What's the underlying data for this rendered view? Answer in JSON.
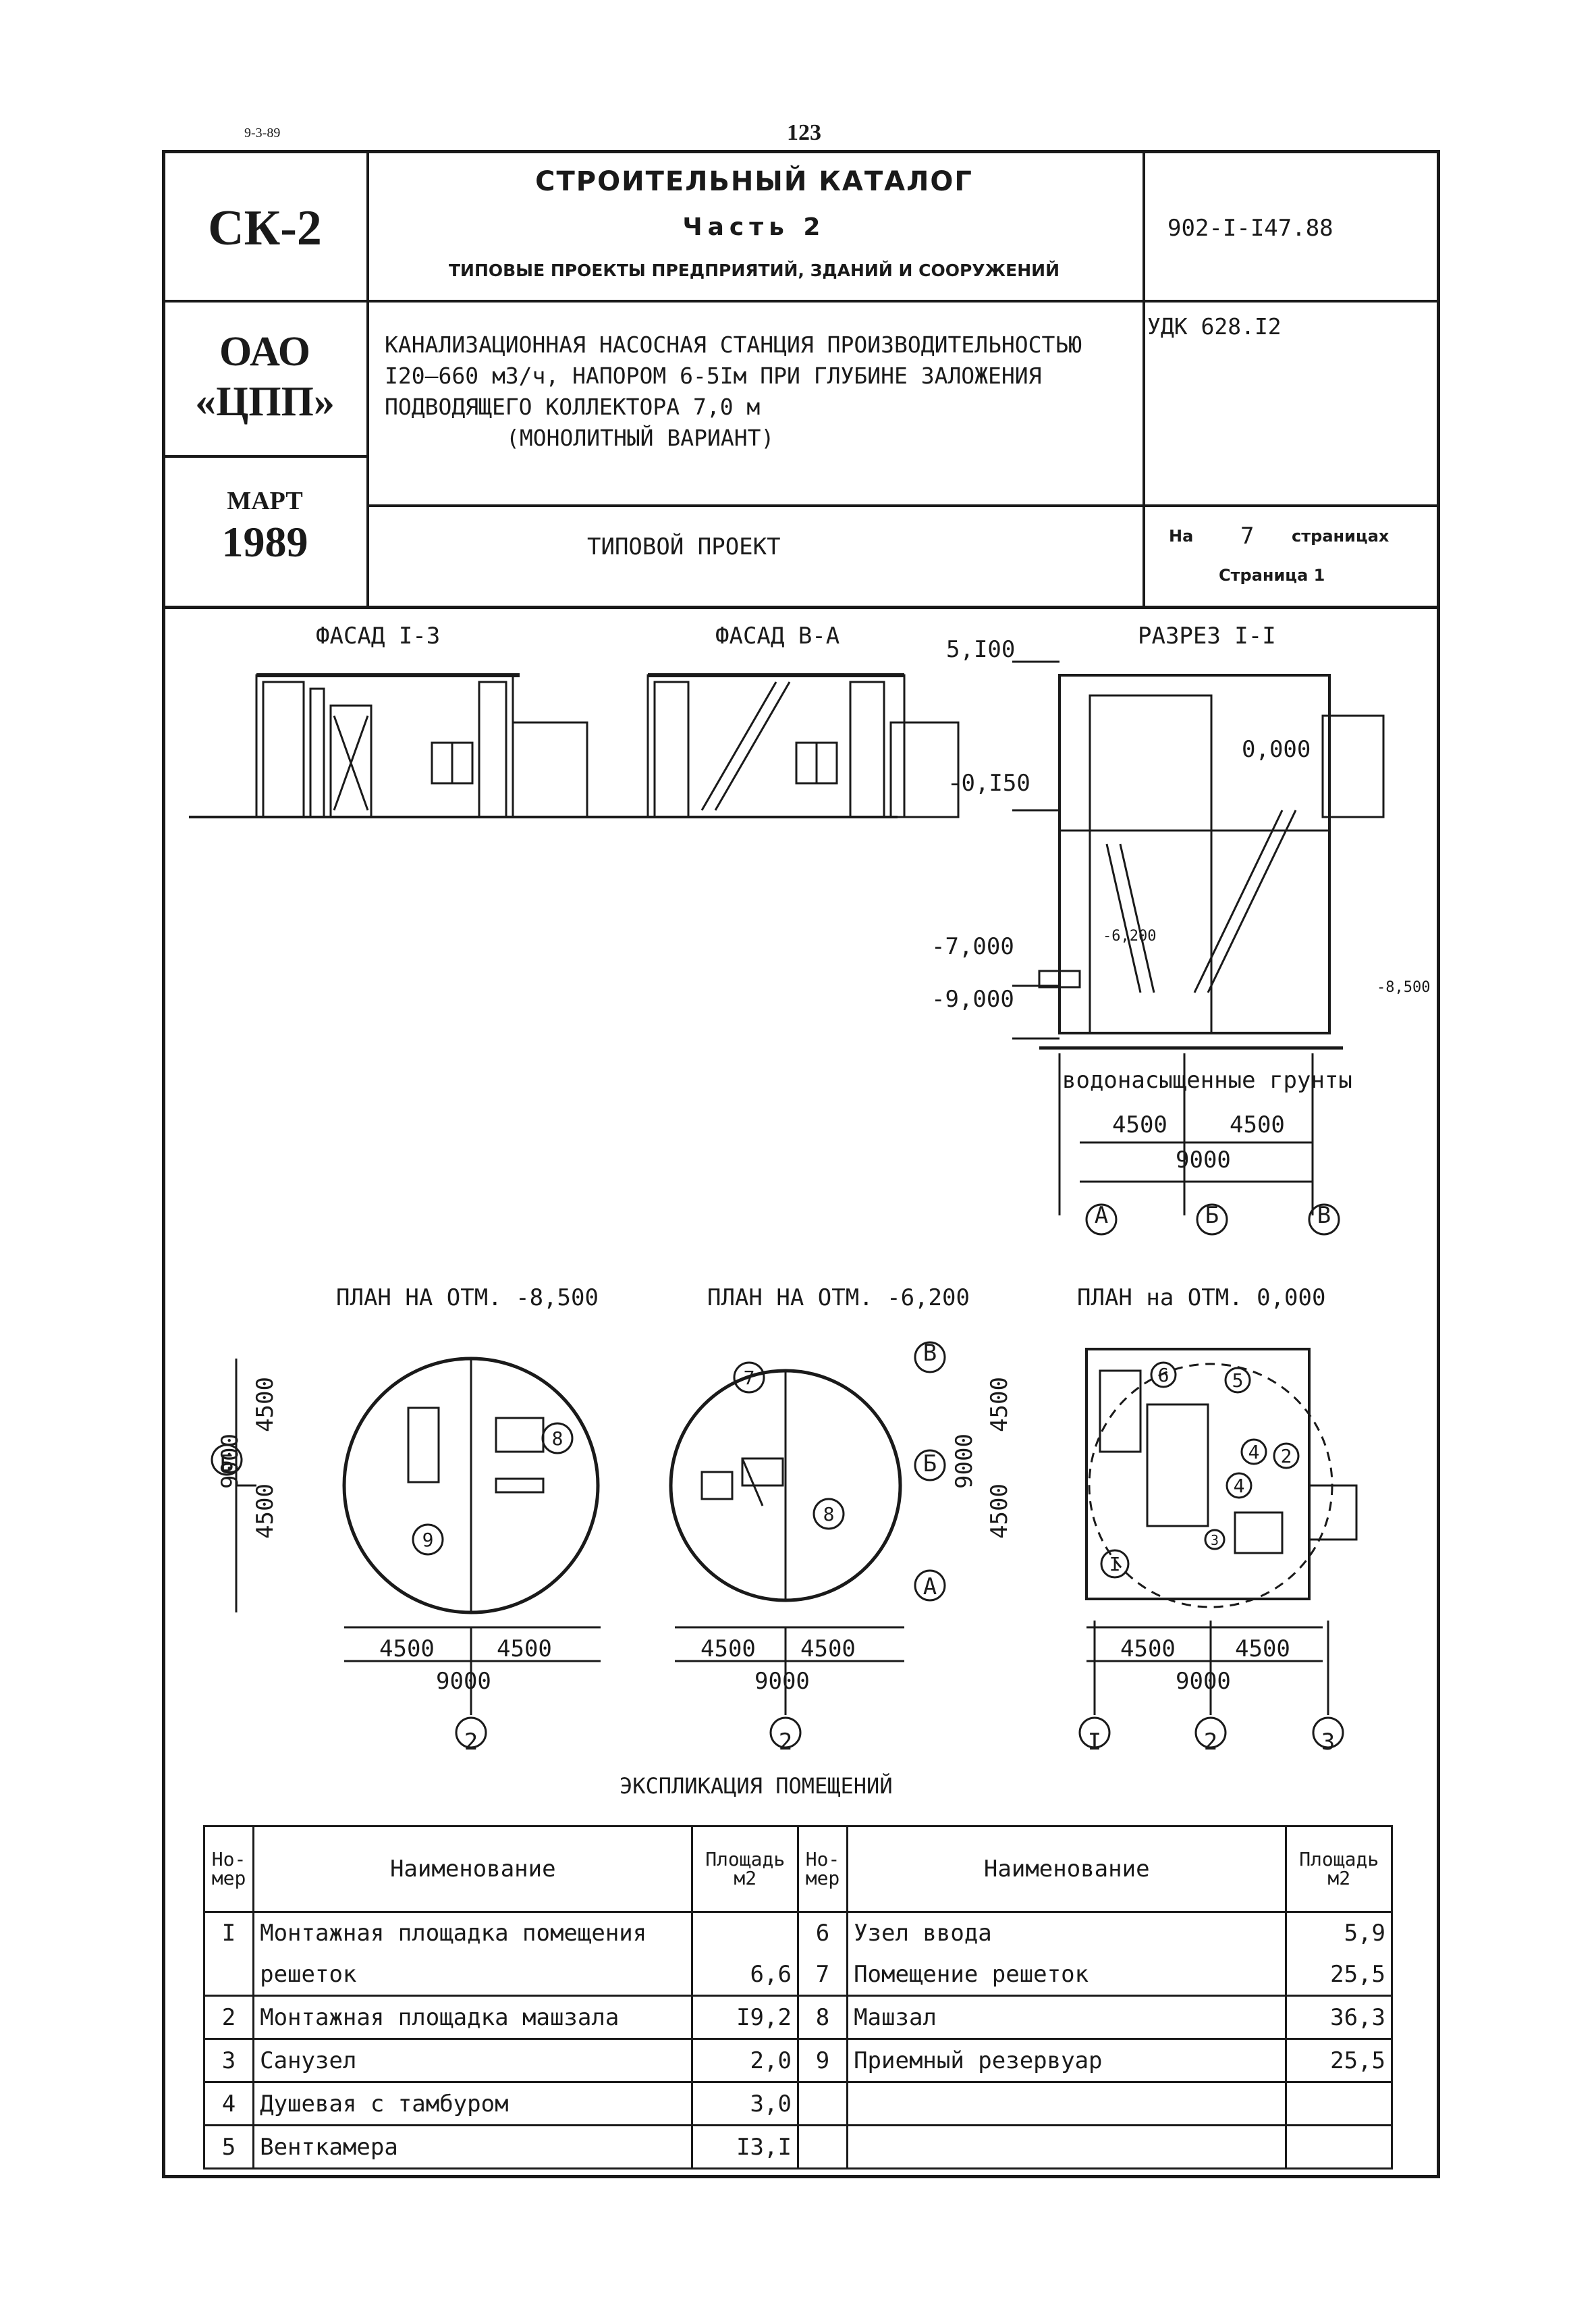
{
  "page": {
    "doc_code_small": "9-3-89",
    "page_number": "123"
  },
  "header": {
    "series": "СК-2",
    "catalog_title": "СТРОИТЕЛЬНЫЙ КАТАЛОГ",
    "part": "Часть 2",
    "part_subtitle": "ТИПОВЫЕ ПРОЕКТЫ ПРЕДПРИЯТИЙ, ЗДАНИЙ И СООРУЖЕНИЙ",
    "project_code": "902-I-I47.88",
    "org_line1": "ОАО",
    "org_line2": "«ЦПП»",
    "project_title_lines": [
      "КАНАЛИЗАЦИОННАЯ НАСОСНАЯ СТАНЦИЯ ПРОИЗВОДИТЕЛЬНОСТЬЮ",
      "I20—660 м3/ч, НАПОРОМ 6-5Iм ПРИ ГЛУБИНЕ ЗАЛОЖЕНИЯ",
      "ПОДВОДЯЩЕГО КОЛЛЕКТОРА  7,0 м",
      "(МОНОЛИТНЫЙ ВАРИАНТ)"
    ],
    "udk": "УДК 628.I2",
    "month": "МАРТ",
    "year": "1989",
    "doc_type": "ТИПОВОЙ ПРОЕКТ",
    "pages_prefix": "На",
    "pages_count": "7",
    "pages_suffix": "страницах",
    "page_label": "Страница 1"
  },
  "drawings": {
    "facade1_title": "ФАСАД I-3",
    "facade2_title": "ФАСАД В-А",
    "section_title": "РАЗРЕЗ I-I",
    "elevations": [
      "5,I00",
      "0,000",
      "-0,I50",
      "-6,200",
      "-7,000",
      "-9,000",
      "-8,500"
    ],
    "soil_label": "водонасыщенные грунты",
    "dim_4500": "4500",
    "dim_9000": "9000",
    "axes_section": [
      "А",
      "Б",
      "В"
    ],
    "plan1_title": "ПЛАН НА ОТМ. -8,500",
    "plan2_title": "ПЛАН НА ОТМ. -6,200",
    "plan3_title": "ПЛАН на ОТМ. 0,000",
    "axes_plan": [
      "I",
      "2",
      "3"
    ],
    "section_mark": "I",
    "room_marks": [
      "I",
      "2",
      "3",
      "4",
      "5",
      "6",
      "7",
      "8",
      "9"
    ]
  },
  "explication": {
    "title": "ЭКСПЛИКАЦИЯ ПОМЕЩЕНИЙ",
    "headers": {
      "num": "Но-\nмер",
      "name": "Наименование",
      "area": "Площадь\nм2"
    },
    "left_rows": [
      {
        "num": "I",
        "name": "Монтажная площадка помещения",
        "area": ""
      },
      {
        "num": "",
        "name": "решеток",
        "area": "6,6"
      },
      {
        "num": "2",
        "name": "Монтажная площадка машзала",
        "area": "I9,2"
      },
      {
        "num": "3",
        "name": "Санузел",
        "area": "2,0"
      },
      {
        "num": "4",
        "name": "Душевая с тамбуром",
        "area": "3,0"
      },
      {
        "num": "5",
        "name": "Венткамера",
        "area": "I3,I"
      }
    ],
    "right_rows": [
      {
        "num": "6",
        "name": "Узел ввода",
        "area": "5,9"
      },
      {
        "num": "7",
        "name": "Помещение решеток",
        "area": "25,5"
      },
      {
        "num": "8",
        "name": "Машзал",
        "area": "36,3"
      },
      {
        "num": "9",
        "name": "Приемный резервуар",
        "area": "25,5"
      },
      {
        "num": "",
        "name": "",
        "area": ""
      },
      {
        "num": "",
        "name": "",
        "area": ""
      }
    ]
  }
}
